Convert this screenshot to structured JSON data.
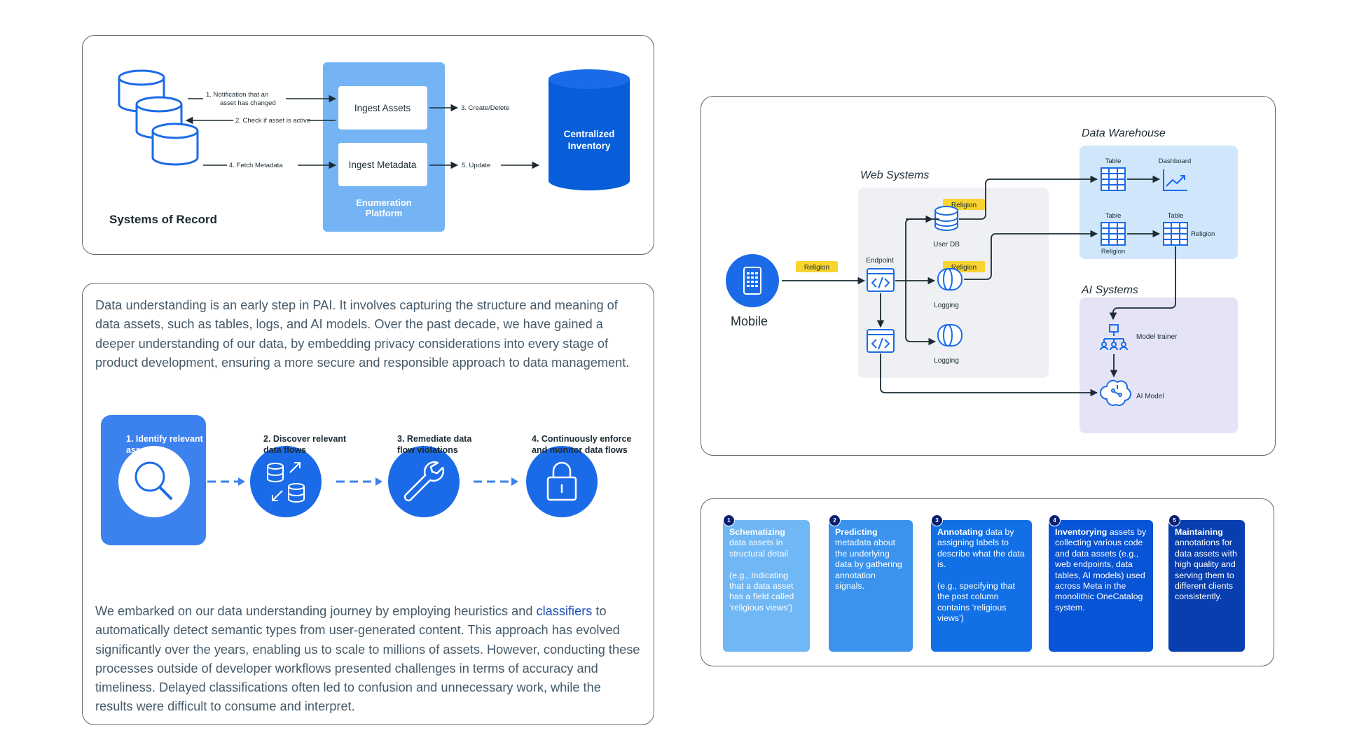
{
  "enumeration": {
    "systems_label": "Systems of Record",
    "arrow1_line1": "1. Notification that an",
    "arrow1_line2": "asset has changed",
    "arrow2": "2. Check if asset is active",
    "arrow3": "3. Create/Delete",
    "arrow4": "4. Fetch Metadata",
    "arrow5": "5. Update",
    "ingest_assets": "Ingest Assets",
    "ingest_metadata": "Ingest Metadata",
    "platform_line1": "Enumeration",
    "platform_line2": "Platform",
    "inventory_line1": "Centralized",
    "inventory_line2": "Inventory"
  },
  "intro": {
    "para1": "Data understanding is an early step in PAI. It involves capturing the structure and meaning of data assets, such as tables, logs, and AI models. Over the past decade, we have gained a deeper understanding of our data, by embedding privacy considerations into every stage of product development, ensuring a more secure and responsible approach to data management.",
    "para2_before": "We embarked on our data understanding journey by employing heuristics and ",
    "para2_link": "classifiers",
    "para2_after": " to automatically detect semantic types from user-generated content. This approach has evolved significantly over the years, enabling us to scale to millions of assets. However, conducting these processes outside of developer workflows presented challenges in terms of accuracy and timeliness. Delayed classifications often led to confusion and unnecessary work, while the results were difficult to consume and interpret."
  },
  "steps": [
    {
      "line1": "1. Identify relevant",
      "line2": "assets",
      "icon": "magnifier-icon"
    },
    {
      "line1": "2. Discover relevant",
      "line2": "data flows",
      "icon": "database-sync-icon"
    },
    {
      "line1": "3. Remediate data",
      "line2": "flow violations",
      "icon": "wrench-icon"
    },
    {
      "line1": "4. Continuously enforce",
      "line2": "and monitor data flows",
      "icon": "lock-icon"
    }
  ],
  "flow": {
    "mobile": "Mobile",
    "web_systems": "Web Systems",
    "data_warehouse": "Data Warehouse",
    "ai_systems": "AI Systems",
    "endpoint": "Endpoint",
    "user_db": "User DB",
    "logging1": "Logging",
    "logging2": "Logging",
    "religion_tag": "Religion",
    "table1": "Table",
    "dashboard": "Dashboard",
    "table2": "Table",
    "table2_sub": "Religion",
    "table3": "Table",
    "table3_side": "Religion",
    "model_trainer": "Model trainer",
    "ai_model": "AI Model"
  },
  "cards": [
    {
      "num": "1",
      "bold": "Schematizing",
      "rest": "data assets in structural detail",
      "example": "(e.g., indicating that a data asset has a field called ‘religious views’)",
      "color": "#6fb7f5"
    },
    {
      "num": "2",
      "bold": "Predicting",
      "rest": "metadata about the underlying data by gathering annotation signals.",
      "example": "",
      "color": "#3b93ee"
    },
    {
      "num": "3",
      "bold": "Annotating",
      "rest": "data by assigning labels to describe what the data is.",
      "example": "(e.g., specifying that the post column contains ‘religious views’)",
      "color": "#1170e6"
    },
    {
      "num": "4",
      "bold": "Inventorying",
      "rest": "assets by collecting various code and data assets (e.g., web endpoints, data tables, AI models) used across Meta in the monolithic OneCatalog system.",
      "example": "",
      "color": "#0754d6"
    },
    {
      "num": "5",
      "bold": "Maintaining",
      "rest": "annotations for data assets with high quality and serving them to different clients consistently.",
      "example": "",
      "color": "#073fb0"
    }
  ]
}
